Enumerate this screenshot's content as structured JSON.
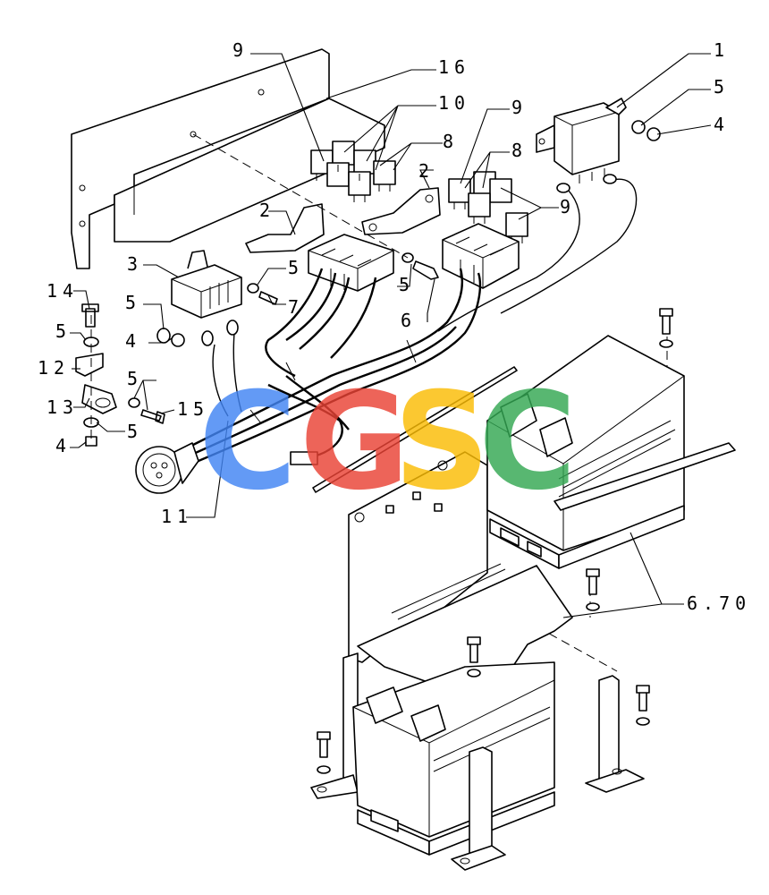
{
  "callouts": [
    {
      "id": "c1",
      "text": "1"
    },
    {
      "id": "c5a",
      "text": "5"
    },
    {
      "id": "c4a",
      "text": "4"
    },
    {
      "id": "c9a",
      "text": "9"
    },
    {
      "id": "c16",
      "text": "16"
    },
    {
      "id": "c10",
      "text": "10"
    },
    {
      "id": "c9b",
      "text": "9"
    },
    {
      "id": "c8a",
      "text": "8"
    },
    {
      "id": "c8b",
      "text": "8"
    },
    {
      "id": "c2a",
      "text": "2"
    },
    {
      "id": "c2b",
      "text": "2"
    },
    {
      "id": "c9c",
      "text": "9"
    },
    {
      "id": "c3",
      "text": "3"
    },
    {
      "id": "c5b",
      "text": "5"
    },
    {
      "id": "c5c",
      "text": "5"
    },
    {
      "id": "c7",
      "text": "7"
    },
    {
      "id": "c6",
      "text": "6"
    },
    {
      "id": "c14",
      "text": "14"
    },
    {
      "id": "c5d",
      "text": "5"
    },
    {
      "id": "c5e",
      "text": "5"
    },
    {
      "id": "c4b",
      "text": "4"
    },
    {
      "id": "c12",
      "text": "12"
    },
    {
      "id": "c5f",
      "text": "5"
    },
    {
      "id": "c13",
      "text": "13"
    },
    {
      "id": "c15",
      "text": "15"
    },
    {
      "id": "c5g",
      "text": "5"
    },
    {
      "id": "c4c",
      "text": "4"
    },
    {
      "id": "c11",
      "text": "11"
    },
    {
      "id": "c670",
      "text": "6.70"
    }
  ],
  "watermark": {
    "letters": [
      "C",
      "G",
      "S",
      "C"
    ],
    "colors": [
      "#4285f4",
      "#ea4335",
      "#fbbc05",
      "#34a853"
    ]
  }
}
